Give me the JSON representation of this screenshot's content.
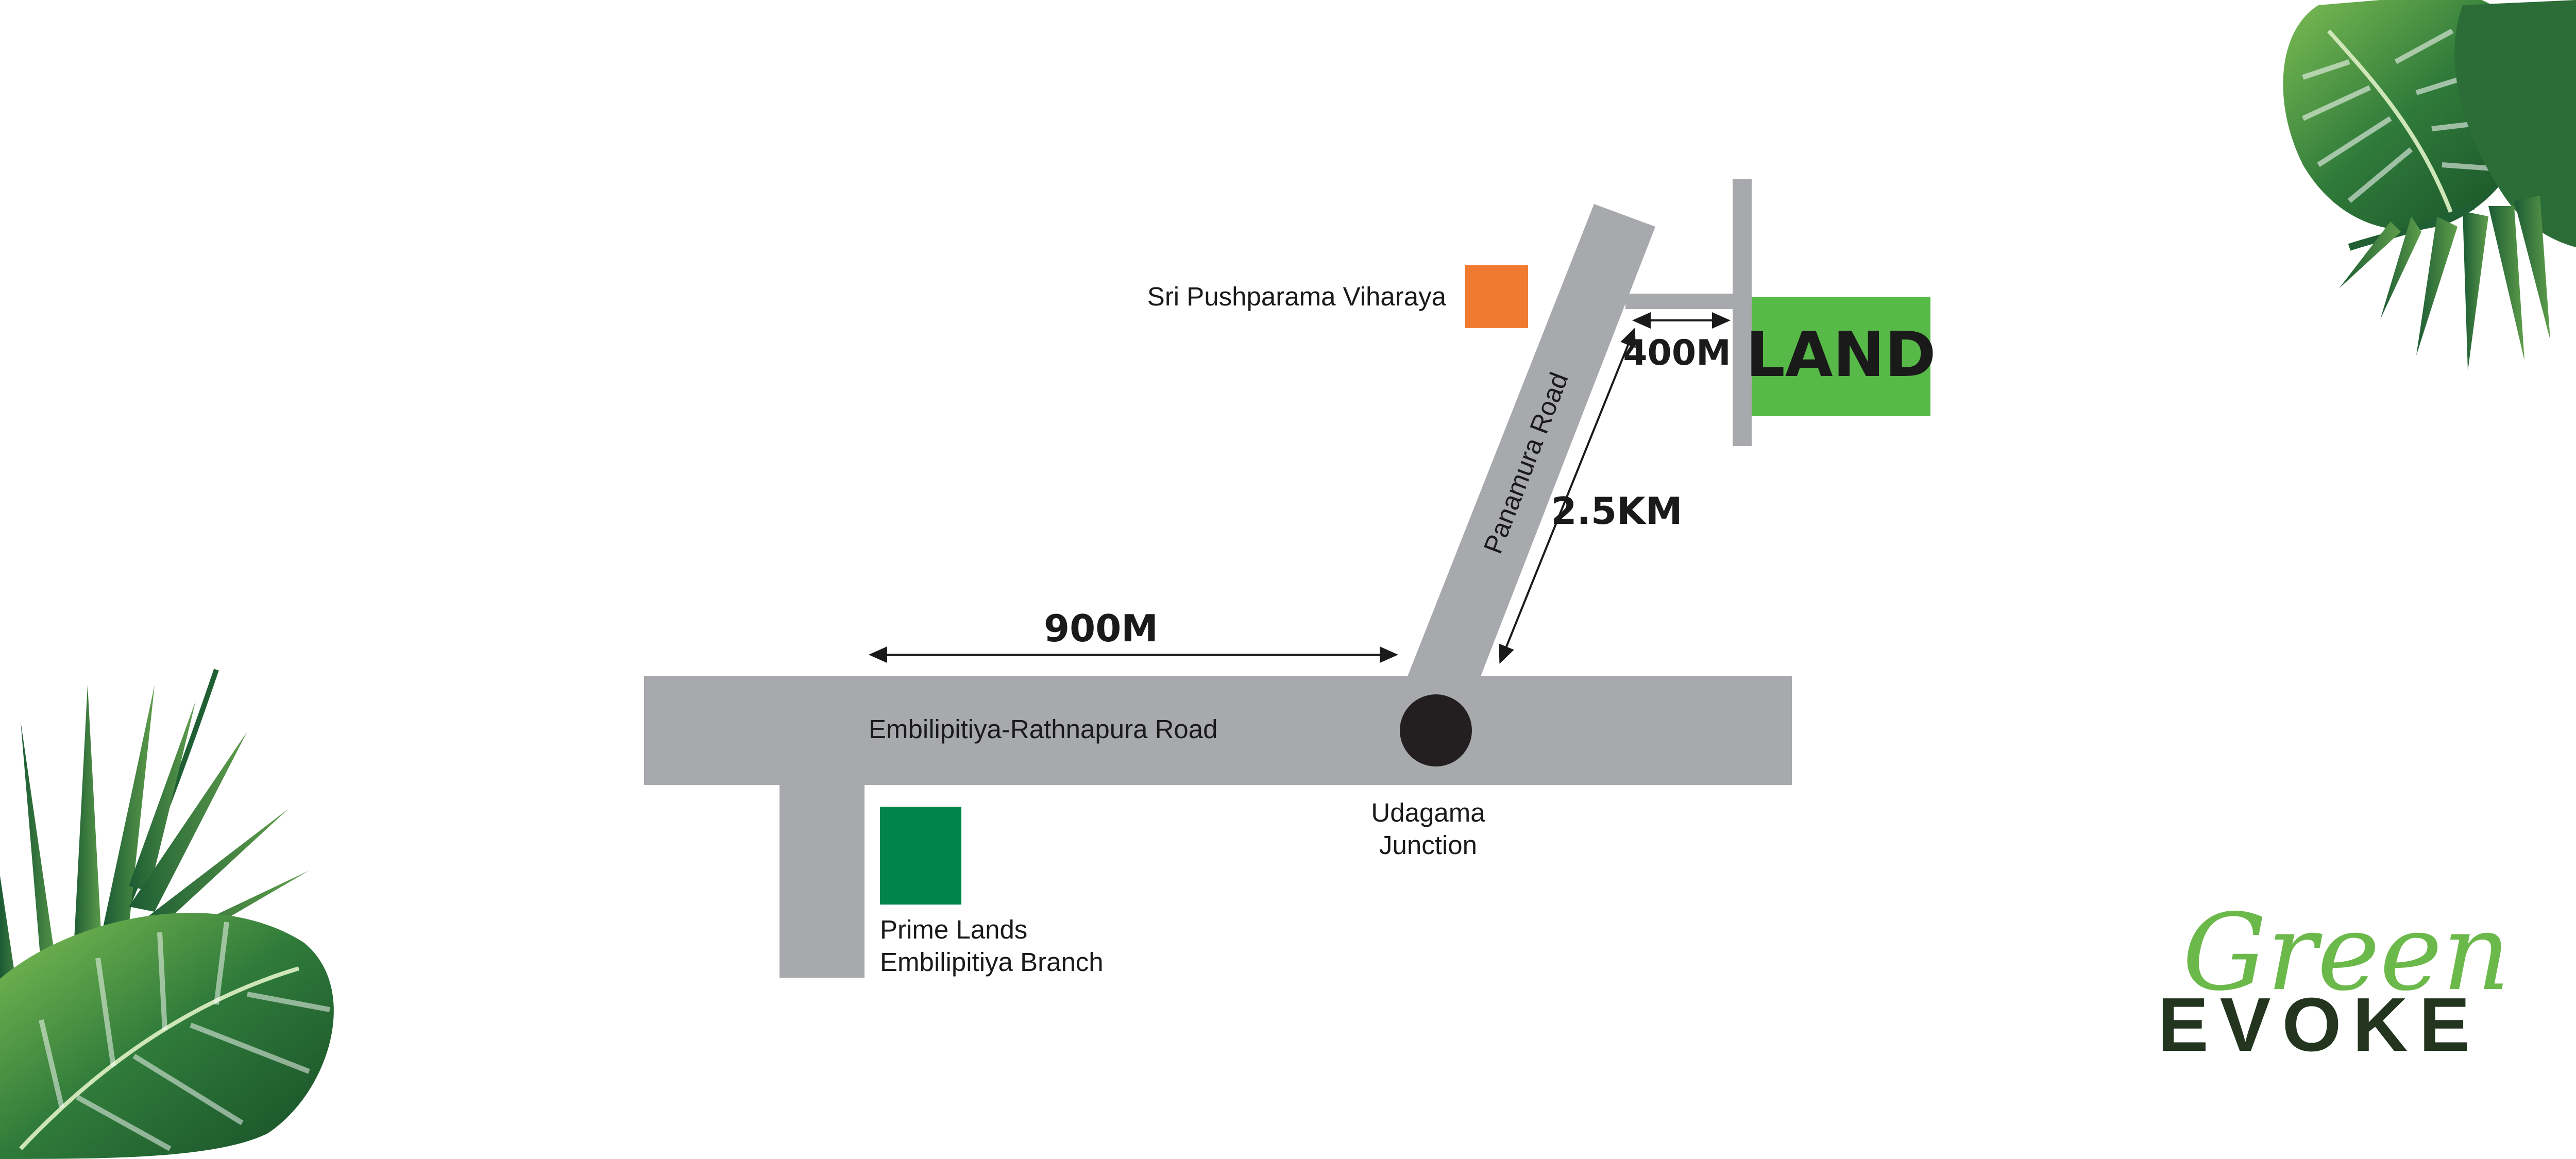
{
  "map": {
    "roads": {
      "main_road": "Embilipitiya-Rathnapura Road",
      "diagonal_road": "Panamura Road"
    },
    "places": {
      "land": "LAND",
      "temple": "Sri Pushparama Viharaya",
      "junction_line1": "Udagama",
      "junction_line2": "Junction",
      "branch_line1": "Prime Lands",
      "branch_line2": "Embilipitiya Branch"
    },
    "distances": {
      "main_road": "900M",
      "panamura_road": "2.5KM",
      "side_road": "400M"
    }
  },
  "brand": {
    "script_word": "Green",
    "word": "EVOKE"
  },
  "colors": {
    "road": "#a7a9ac",
    "land": "#57b947",
    "temple": "#ef7a30",
    "branch": "#00844a",
    "junction": "#231f20",
    "brand_green": "#6cb94b",
    "brand_dark": "#23351f",
    "leaf_dark": "#1d5a2e",
    "leaf_light": "#6ea84a"
  }
}
